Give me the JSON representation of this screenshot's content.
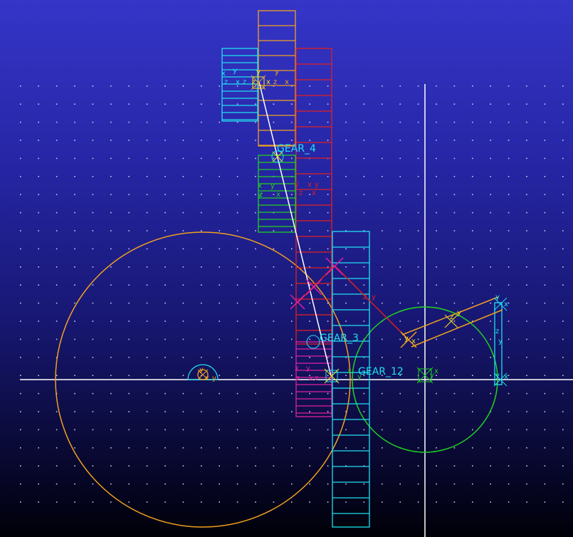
{
  "labels": {
    "gear_4": "GEAR_4",
    "gear_3": "GEAR_3",
    "gear_12": "GEAR_12"
  },
  "triad_letters": {
    "x": "x",
    "y": "y",
    "z": "z"
  },
  "colors": {
    "background_top": "#3535c8",
    "background_bottom": "#000008",
    "grid_dots": "#c8c8e8",
    "axes": "#ffffff",
    "orange": "#f0a020",
    "cyan": "#20e0f0",
    "red": "#e02020",
    "green": "#20d020",
    "magenta": "#e020a0",
    "white_link": "#ffffff"
  }
}
